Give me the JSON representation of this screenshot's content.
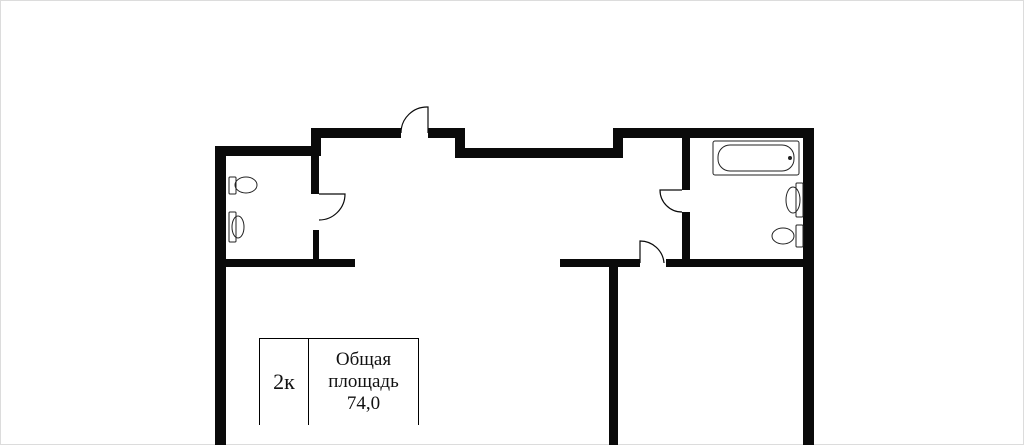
{
  "legend": {
    "rooms": "2к",
    "area_title_line1": "Общая",
    "area_title_line2": "площадь",
    "area_value": "74,0"
  },
  "colors": {
    "wall": "#0a0a0a",
    "background": "#ffffff",
    "outer_page": "#fafafa"
  },
  "icons": [
    "door-swing-icon",
    "toilet-icon",
    "sink-icon",
    "bathtub-icon"
  ]
}
